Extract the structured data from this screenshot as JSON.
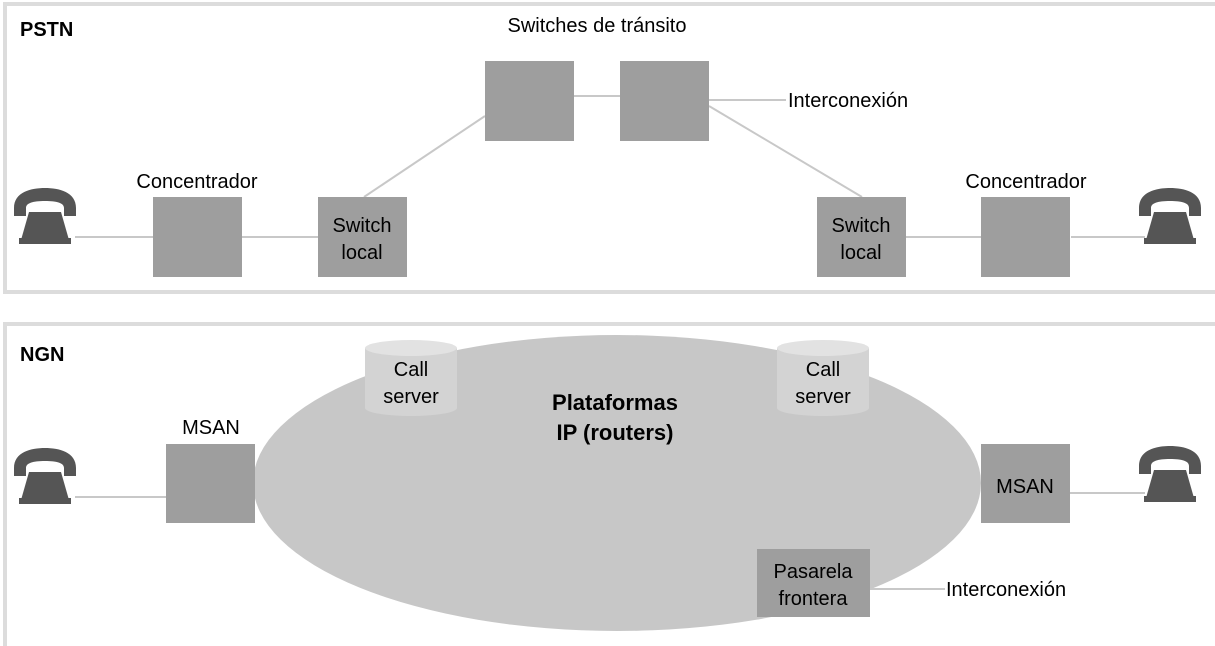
{
  "colors": {
    "frame": "#dcdcdc",
    "link": "#c8c8c8",
    "box": "#9e9e9e",
    "ellipse": "#c7c7c7",
    "cylinder": "#d3d3d3",
    "phone": "#555555"
  },
  "pstn": {
    "title": "PSTN",
    "transit_label": "Switches de tránsito",
    "interconnect": "Interconexión",
    "left_concentrator": "Concentrador",
    "right_concentrator": "Concentrador",
    "left_switch": [
      "Switch",
      "local"
    ],
    "right_switch": [
      "Switch",
      "local"
    ]
  },
  "ngn": {
    "title": "NGN",
    "left_call_server": [
      "Call",
      "server"
    ],
    "right_call_server": [
      "Call",
      "server"
    ],
    "platform": [
      "Plataformas",
      "IP (routers)"
    ],
    "left_msan": "MSAN",
    "right_msan": "MSAN",
    "gateway": [
      "Pasarela",
      "frontera"
    ],
    "interconnect": "Interconexión"
  },
  "icons": {
    "telephone": "telephone-icon"
  }
}
